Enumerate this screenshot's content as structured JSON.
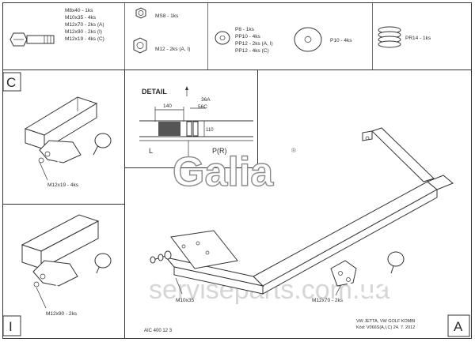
{
  "watermark_text": "serviseparts.com.ua",
  "parts_strip": {
    "bolts": [
      "M8x40 - 1ks",
      "M10x35 - 4ks",
      "M12x70 - 2ks (A)",
      "M12x90 - 2ks (I)",
      "M12x19 - 4ks (C)"
    ],
    "nut_ms8": "MS8 - 1ks",
    "nut_m12": "M12 - 2ks (A, I)",
    "washers_p": [
      "P8 - 1ks",
      "PP10 - 4ks",
      "PP12 - 2ks (A, I)",
      "PP12 - 4ks (C)"
    ],
    "washer_p10": "P10 - 4ks",
    "spring": "PR14 - 1ks"
  },
  "panel_c": {
    "letter": "C",
    "bolt_callout": "M12x19 - 4ks"
  },
  "panel_i": {
    "letter": "I",
    "bolt_callout": "M12x90 - 2ks"
  },
  "detail": {
    "title": "DETAIL",
    "dim_140": "140",
    "dim_36a": "36A",
    "dim_56c": "56C",
    "dim_110": "110",
    "label_l": "L",
    "label_pr": "P(R)"
  },
  "main": {
    "letter": "A",
    "callout_m10x35": "M10x35",
    "callout_m12x70": "M12x70 - 2ks",
    "logo_text": "Galia",
    "logo_mark": "®"
  },
  "footer": {
    "code": "AIC 400 12 3",
    "vehicle": "VW JETTA, VW GOLF KOMBI",
    "kod": "Kód: V066S(A,I,C)  24. 7. 2012"
  }
}
